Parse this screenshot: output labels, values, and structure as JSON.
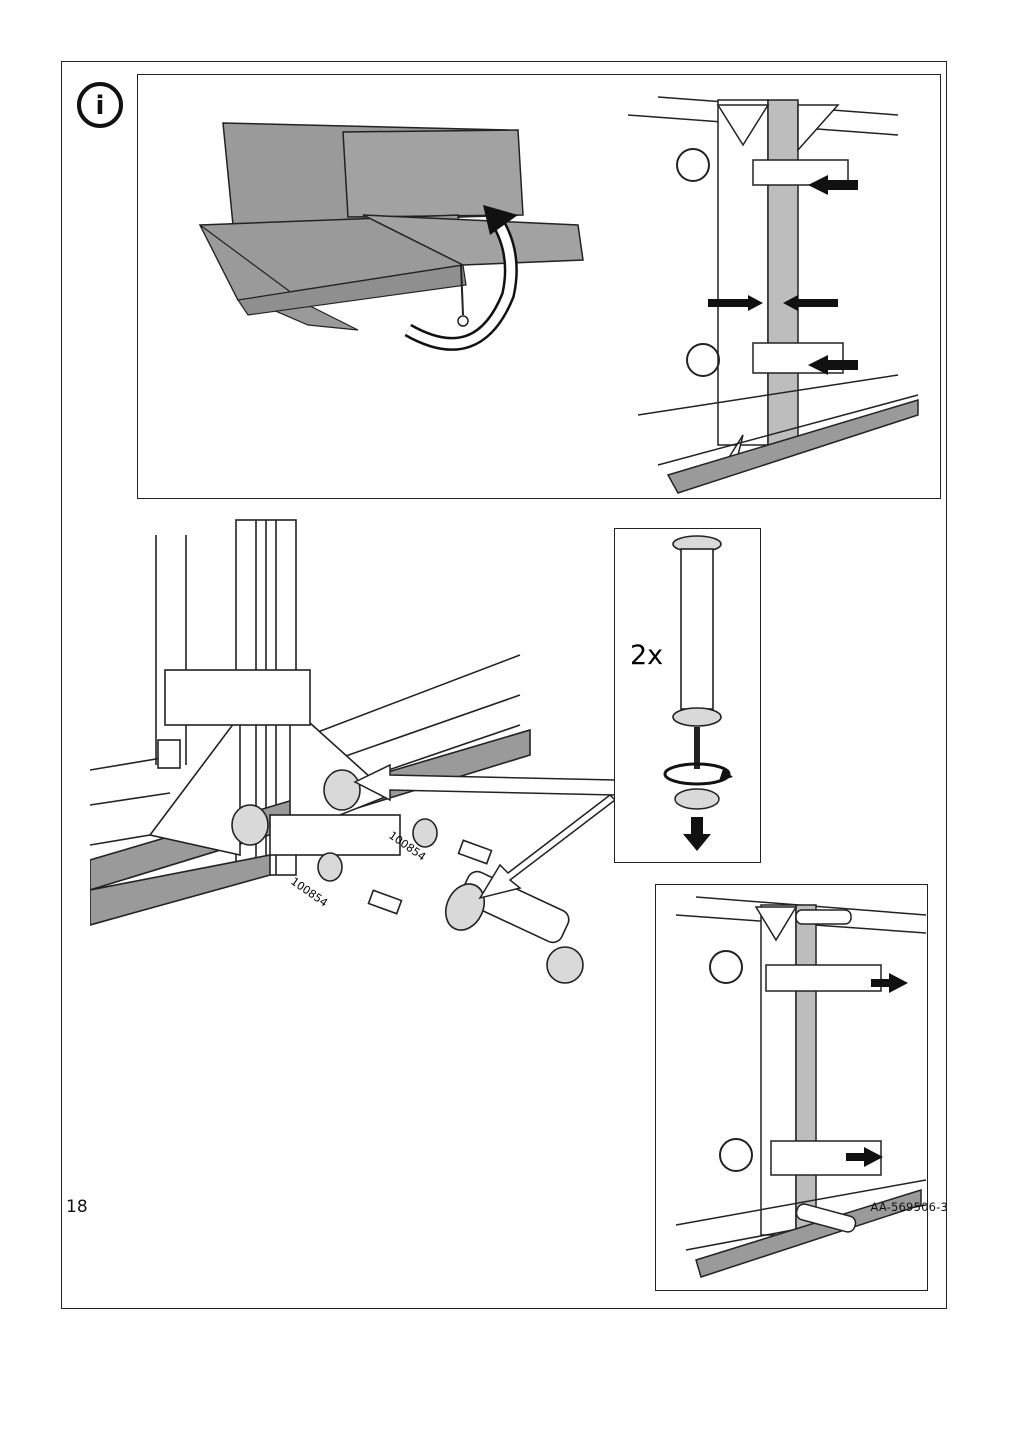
{
  "page": {
    "number": "18",
    "code": "AA-569506-3"
  },
  "info_icon": {
    "glyph": "i",
    "icon": "info-icon"
  },
  "parts_callout": {
    "quantity": "2x",
    "icons": [
      "bolt-pin-icon",
      "rotate-icon",
      "washer-icon",
      "arrow-down-icon"
    ]
  },
  "part_labels": [
    "100854",
    "100854"
  ],
  "colors": {
    "line": "#222222",
    "fill_gray": "#9a9a9a",
    "fill_light": "#d9d9d9",
    "arrow": "#111111"
  }
}
